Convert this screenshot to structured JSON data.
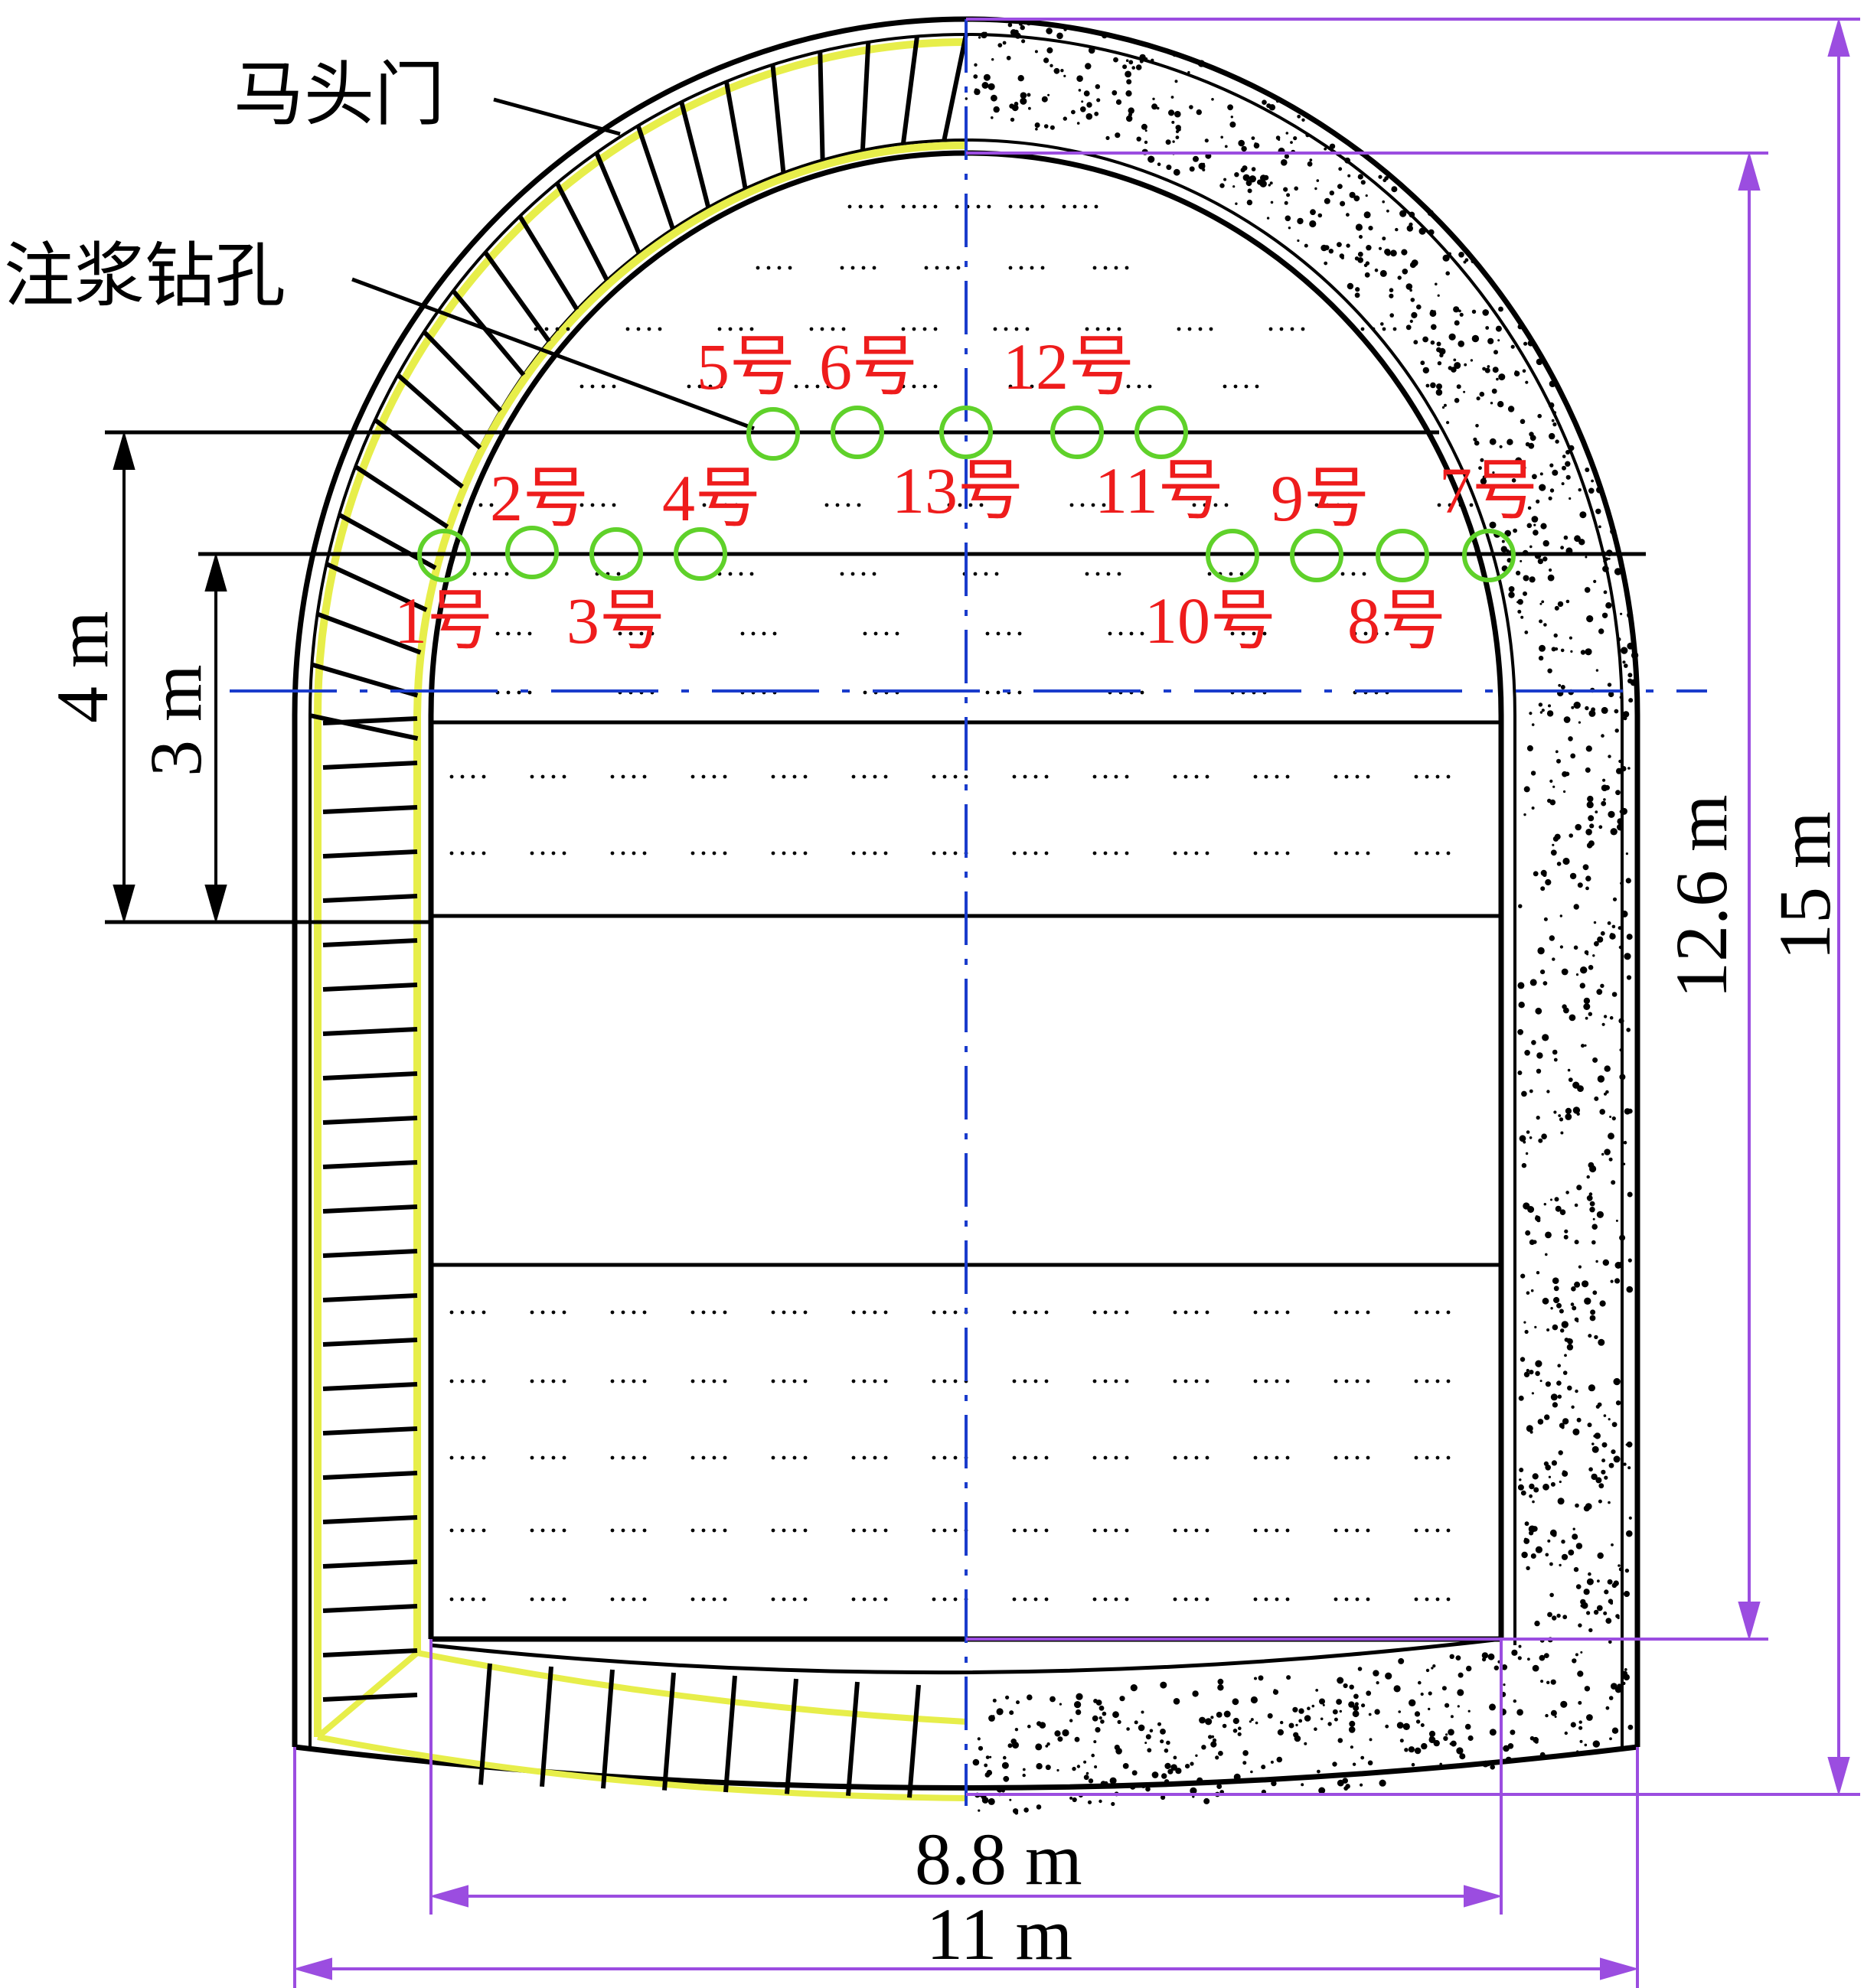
{
  "labels": {
    "horse_head_door": "马头门",
    "grouting_holes": "注浆钻孔"
  },
  "holes": [
    {
      "id": "1",
      "label": "1号"
    },
    {
      "id": "2",
      "label": "2号"
    },
    {
      "id": "3",
      "label": "3号"
    },
    {
      "id": "4",
      "label": "4号"
    },
    {
      "id": "5",
      "label": "5号"
    },
    {
      "id": "6",
      "label": "6号"
    },
    {
      "id": "13",
      "label": "13号"
    },
    {
      "id": "12",
      "label": "12号"
    },
    {
      "id": "11",
      "label": "11号"
    },
    {
      "id": "10",
      "label": "10号"
    },
    {
      "id": "9",
      "label": "9号"
    },
    {
      "id": "8",
      "label": "8号"
    },
    {
      "id": "7",
      "label": "7号"
    }
  ],
  "dimensions": {
    "inner_width": "8.8 m",
    "outer_width": "11 m",
    "inner_height": "12.6 m",
    "outer_height": "15 m",
    "upper_row_depth": "4 m",
    "lower_row_depth": "3 m"
  },
  "colors": {
    "hole_label": "#ee1c1c",
    "hole_ring": "#5fd12a",
    "dimension": "#9b4de0",
    "centerline": "#1a3ccc",
    "lining_highlight": "#e7ee4a",
    "structure": "#000000"
  }
}
